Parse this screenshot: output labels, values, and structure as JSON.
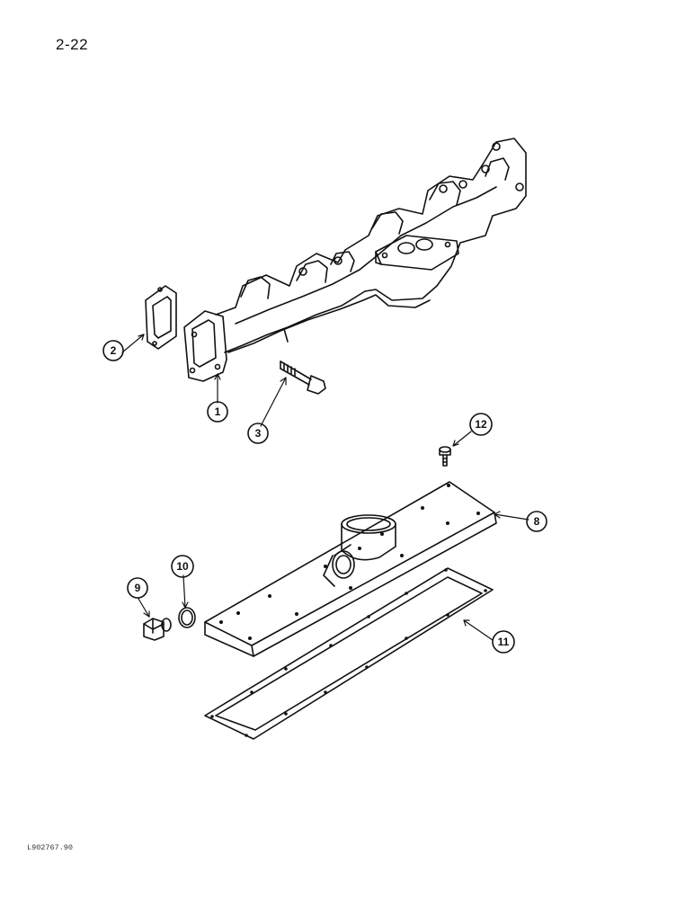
{
  "page": {
    "number": "2-22",
    "reference_code": "L902767.90"
  },
  "callouts": [
    {
      "id": "c1",
      "label": "1"
    },
    {
      "id": "c2",
      "label": "2"
    },
    {
      "id": "c3",
      "label": "3"
    },
    {
      "id": "c8",
      "label": "8"
    },
    {
      "id": "c9",
      "label": "9"
    },
    {
      "id": "c10",
      "label": "10"
    },
    {
      "id": "c11",
      "label": "11"
    },
    {
      "id": "c12",
      "label": "12"
    }
  ]
}
